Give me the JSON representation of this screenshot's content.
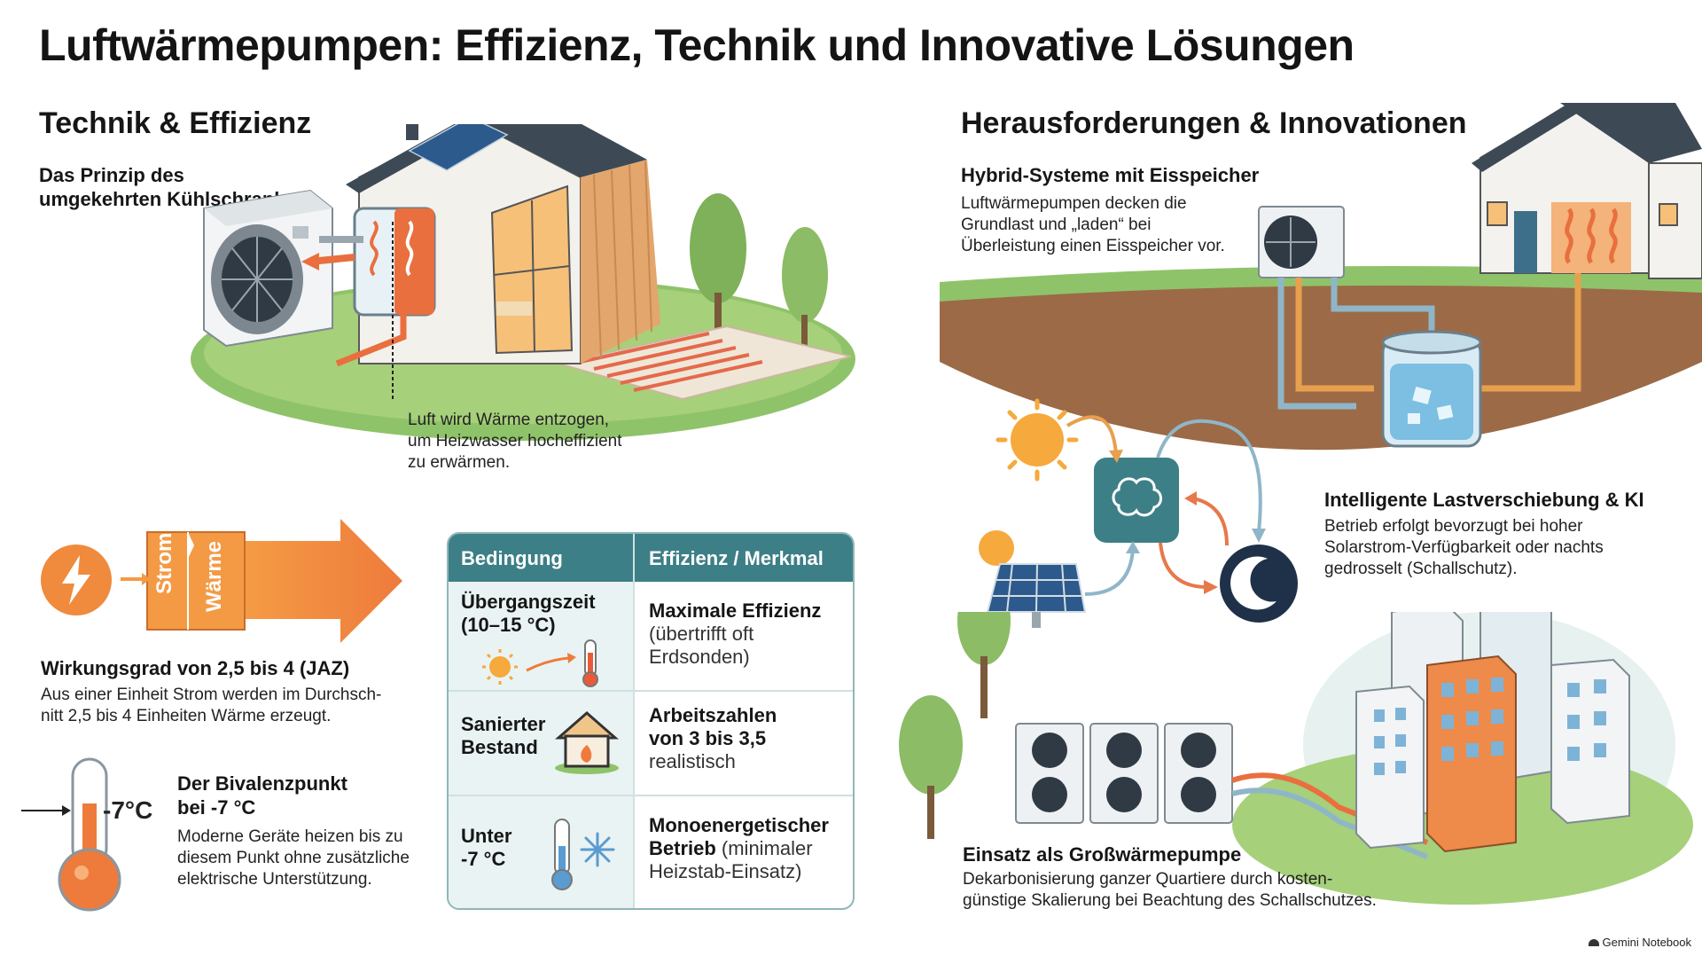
{
  "title": "Luftwärmepumpen: Effizienz, Technik und Innovative Lösungen",
  "left": {
    "heading": "Technik & Effizienz",
    "principle": {
      "title_line1": "Das Prinzip des",
      "title_line2": "umgekehrten Kühlschranks"
    },
    "caption": {
      "line1": "Luft wird Wärme entzogen,",
      "line2": "um Heizwasser hocheffizient",
      "line3": "zu erwärmen."
    },
    "arrow": {
      "label_in": "Strom",
      "label_out": "Wärme"
    },
    "efficiency": {
      "title": "Wirkungsgrad von 2,5 bis 4 (JAZ)",
      "line1": "Aus einer Einheit Strom werden im Durchsch-",
      "line2": "nitt 2,5 bis 4 Einheiten Wärme erzeugt."
    },
    "bivalent": {
      "temp_label": "-7°C",
      "title_line1": "Der Bivalenzpunkt",
      "title_line2": "bei -7 °C",
      "line1": "Moderne Geräte heizen bis zu",
      "line2": "diesem Punkt ohne zusätzliche",
      "line3": "elektrische Unterstützung."
    }
  },
  "table": {
    "headers": [
      "Bedingung",
      "Effizienz / Merkmal"
    ],
    "rows": [
      {
        "cond_line1": "Übergangszeit",
        "cond_line2": "(10–15 °C)",
        "bold_line1": "Maximale Effizienz",
        "bold_line2": "",
        "rest_line1": "(übertrifft oft",
        "rest_line2": "Erdsonden)"
      },
      {
        "cond_line1": "Sanierter",
        "cond_line2": "Bestand",
        "bold_line1": "Arbeitszahlen",
        "bold_line2": "von 3 bis 3,5",
        "rest_line1": "realistisch",
        "rest_line2": ""
      },
      {
        "cond_line1": "Unter",
        "cond_line2": "-7 °C",
        "bold_line1": "Monoenergetischer",
        "bold_line2": "Betrieb",
        "rest_line1": " (minimaler",
        "rest_line2": "Heizstab-Einsatz)"
      }
    ]
  },
  "right": {
    "heading": "Herausforderungen & Innovationen",
    "hybrid": {
      "title": "Hybrid-Systeme mit Eisspeicher",
      "line1": "Luftwärmepumpen decken die",
      "line2": "Grundlast und „laden“ bei",
      "line3": "Überleistung einen Eisspeicher vor."
    },
    "ki": {
      "title": "Intelligente Lastverschiebung & KI",
      "line1": "Betrieb erfolgt bevorzugt bei hoher",
      "line2": "Solarstrom-Verfügbarkeit oder nachts",
      "line3": "gedrosselt (Schallschutz)."
    },
    "gross": {
      "title": "Einsatz als Großwärmepumpe",
      "line1": "Dekarbonisierung ganzer Quartiere durch kosten-",
      "line2": "günstige Skalierung bei Beachtung des Schallschutzes."
    }
  },
  "footer": {
    "brand": "Gemini Notebook"
  },
  "colors": {
    "accent_orange": "#f08a3c",
    "teal": "#3d7f86",
    "dark": "#1b1b1b"
  }
}
